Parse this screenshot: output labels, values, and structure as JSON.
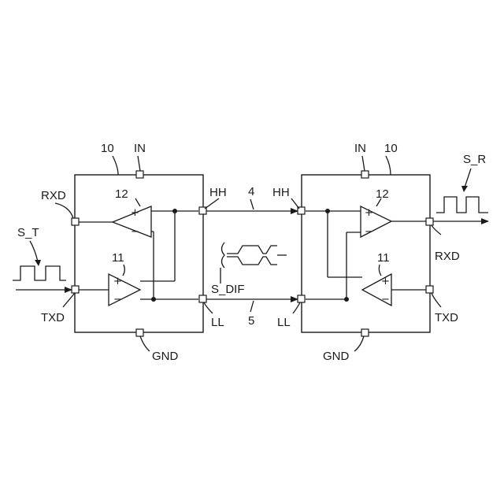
{
  "labels": {
    "transceiver_ref": "10",
    "in": "IN",
    "gnd": "GND",
    "rxd": "RXD",
    "txd": "TXD",
    "hh": "HH",
    "ll": "LL",
    "receiver_ref": "12",
    "transmitter_ref": "11",
    "line_hh_ref": "4",
    "line_ll_ref": "5",
    "s_t": "S_T",
    "s_r": "S_R",
    "s_dif": "S_DIF",
    "plus": "+",
    "minus": "−"
  },
  "colors": {
    "stroke": "#1a1a1a",
    "background": "#ffffff"
  }
}
